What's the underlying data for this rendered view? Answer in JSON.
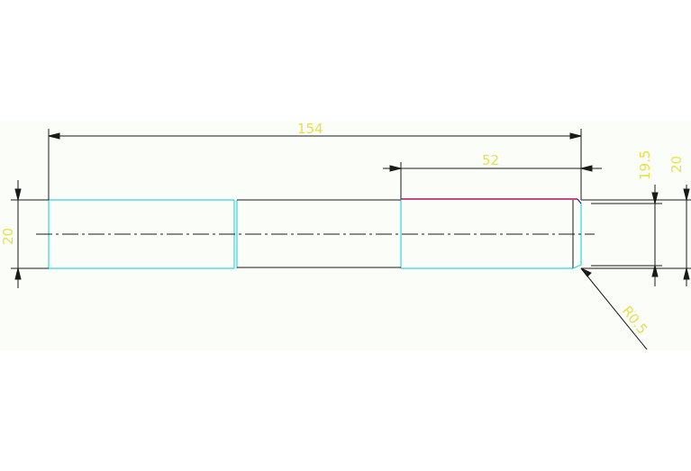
{
  "drawing": {
    "colors": {
      "background": "#fbfdf8",
      "part_outline": "#36d4e0",
      "dimension_line": "#1a1a1a",
      "dimension_text": "#e8e04a",
      "chamfer_top": "#b01060",
      "chamfer_corner": "#3030c0"
    },
    "dimensions": {
      "overall_length": "154",
      "section_length": "52",
      "diameter_left": "20",
      "diameter_right_small": "19.5",
      "diameter_right": "20",
      "chamfer": "R0.5"
    }
  }
}
